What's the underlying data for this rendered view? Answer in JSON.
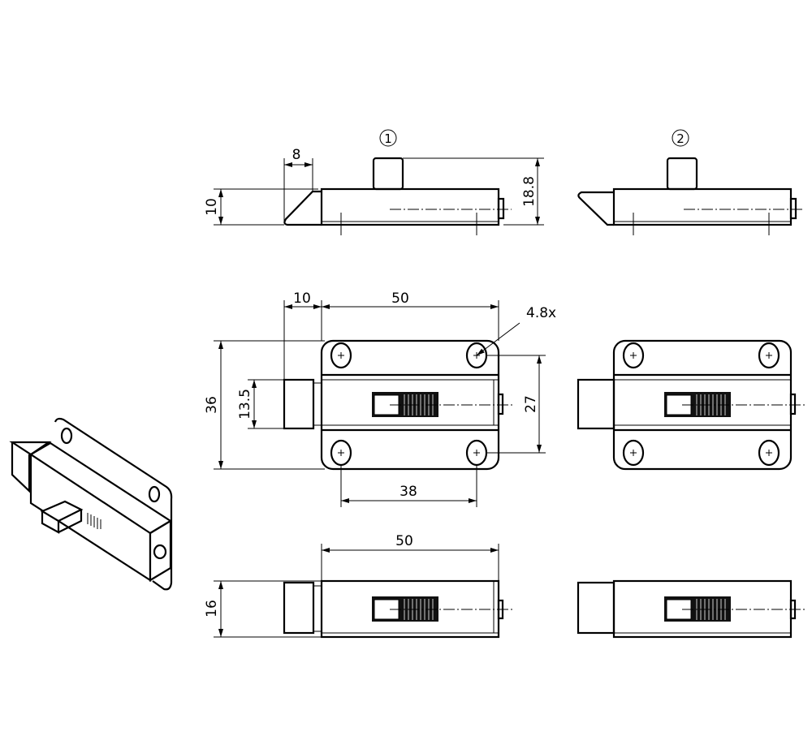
{
  "views": {
    "variant_1_marker": "1",
    "variant_2_marker": "2"
  },
  "dimensions": {
    "bevel_length": "8",
    "bolt_height": "10",
    "total_height": "18.8",
    "bolt_projection": "10",
    "plate_length": "50",
    "hole_size": "4.8x",
    "plate_height": "36",
    "bolt_width": "13.5",
    "hole_spacing_vertical": "27",
    "hole_spacing_horizontal": "38",
    "body_length": "50",
    "body_depth": "16"
  }
}
